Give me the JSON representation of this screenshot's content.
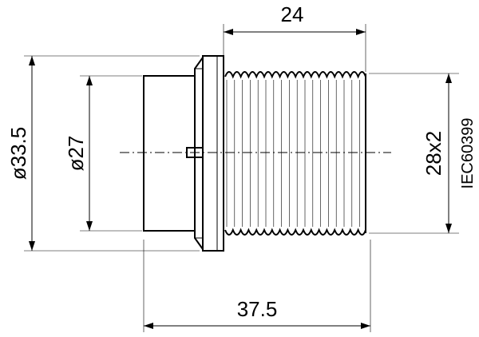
{
  "drawing": {
    "dimensions": {
      "thread_length": "24",
      "total_length": "37.5",
      "flange_diameter": "ø33.5",
      "body_diameter": "ø27",
      "thread_size": "28x2"
    },
    "standard": "IEC60399",
    "colors": {
      "line": "#000000",
      "background": "#ffffff"
    }
  }
}
